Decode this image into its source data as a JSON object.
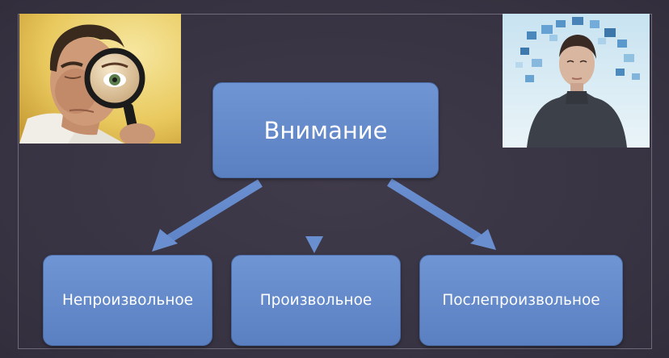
{
  "diagram": {
    "root": {
      "label": "Внимание"
    },
    "children": [
      {
        "label": "Непроизвольное"
      },
      {
        "label": "Произвольное"
      },
      {
        "label": "Послепроизвольное"
      }
    ]
  },
  "images": {
    "left": {
      "icon": "man-with-magnifying-glass-photo"
    },
    "right": {
      "icon": "woman-with-floating-screens-photo"
    }
  },
  "colors": {
    "background": "#393544",
    "node_fill": "#6a8fd0",
    "arrow": "#6a8fd0"
  }
}
